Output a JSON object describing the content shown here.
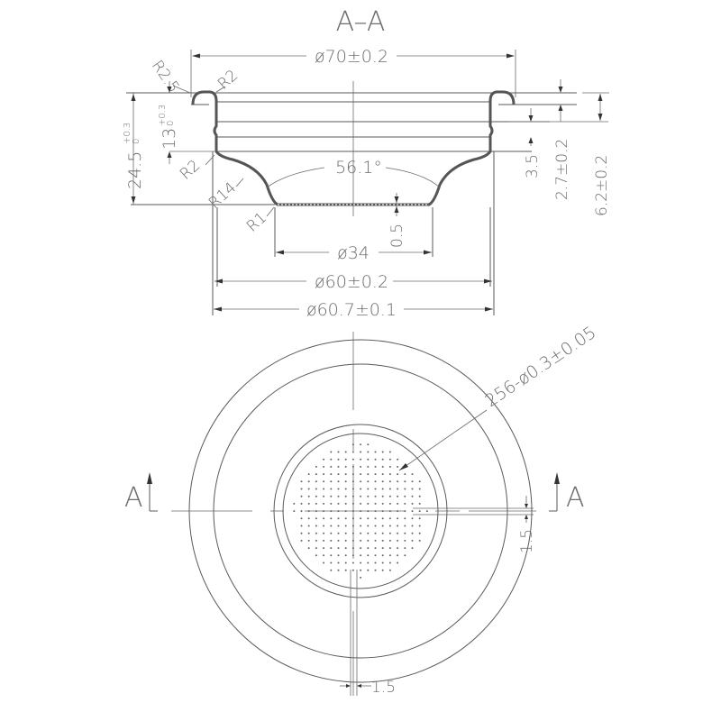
{
  "section_view": {
    "title": "A–A",
    "dimensions": {
      "outer_flange_diameter": "ø70±0.2",
      "flange_radius_outer": "R2.5",
      "flange_radius_inner": "R2",
      "total_height": "24.5",
      "total_height_tol_upper": "+0.3",
      "total_height_tol_lower": "0",
      "wall_height": "13",
      "wall_height_tol_upper": "+0.3",
      "wall_height_tol_lower": "0",
      "lower_corner_radius": "R2",
      "cone_radius": "R14",
      "bottom_radius": "R1",
      "cone_angle": "56.1°",
      "bottom_thickness": "0.5",
      "bottom_diameter": "ø34",
      "inner_diameter": "ø60±0.2",
      "outer_body_diameter": "ø60.7±0.1",
      "groove_depth": "3.5",
      "groove_height": "2.7±0.2",
      "rim_height": "6.2±0.2"
    }
  },
  "plan_view": {
    "section_marker_left": "A",
    "section_marker_right": "A",
    "hole_callout": "256-ø0.3±0.05",
    "hole_count": 256,
    "centerline_offset_right": "1.5",
    "centerline_offset_bottom": "1.5"
  }
}
